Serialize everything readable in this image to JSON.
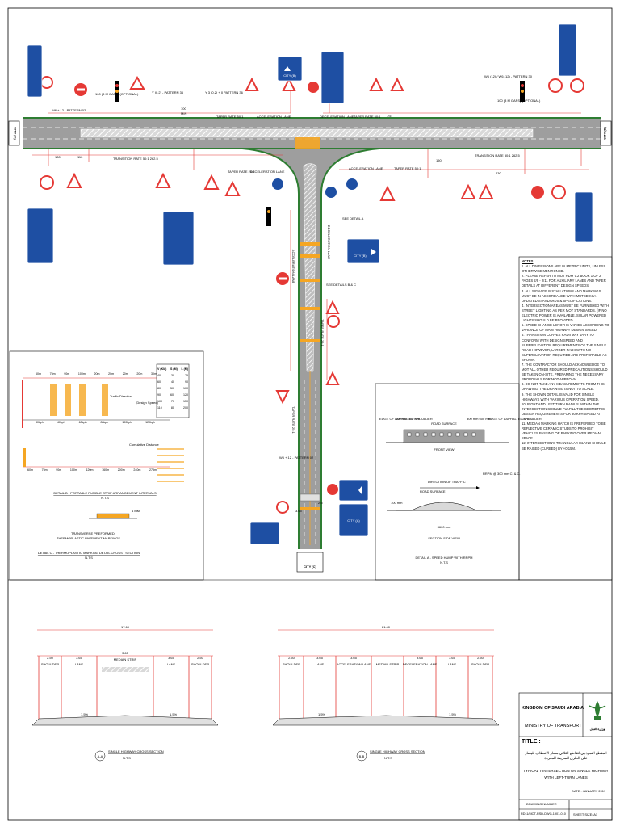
{
  "colors": {
    "road": "#9e9e9e",
    "verge": "#2e7d32",
    "dim": "#e53935",
    "sign_blue": "#1e4fa3",
    "rumble": "#f5a623",
    "sign_red": "#e53935"
  },
  "plan": {
    "left_city": "CITY (A)",
    "right_city": "CITY (B)",
    "bottom_city": "CITY (C)",
    "sign_city_a": "CITY (A)",
    "sign_city_b": "CITY (B)",
    "pattern_w6_left": "W6 + 12 - PATTERN 02",
    "pattern_optional_left": "100 (3 M GAPS) (OPTIONAL)",
    "pattern_y_left": "Y (0.2) - PATTERN 36",
    "pattern_y_right": "Y 3 (0.2) + 0 PATTERN 36",
    "pattern_w6_right": "W6 (12) / W6 (12) - PATTERN 30",
    "pattern_optional_right": "100 (3 M GAPS) (OPTIONAL)",
    "taper_rate_left": "TAPER RATE 50:1",
    "accel_lane_top": "ACCELERATION LANE",
    "decel_lane_top": "DECELERATION LANE",
    "taper_rate_right": "TAPER RATE 50:1",
    "transition_left": "TRANSITION RATE 50:1  262.5",
    "transition_right": "TRANSITION RATE 50:1 262.5",
    "taper_rate_25": "TAPER RATE 25:1",
    "decel_lane_left": "DECELERATION LANE",
    "accel_lane_right": "ACCELERATION LANE",
    "taper_rate_mid": "TAPER RATE 50:1",
    "see_detail_a": "SEE DETAIL A",
    "see_detail_bc": "SEE DETAILS B & C",
    "accel_vertical": "ACCELERATION LANE",
    "decel_vertical": "DECELERATION LANE",
    "taper_vertical_1": "TAPER RATE 25:1",
    "taper_vertical_2": "TAPER RATE 25:1",
    "pattern_w6_bottom": "W6 + 12 - PATTERN 02",
    "dim_100": "100",
    "dim_75": "75",
    "dim_130": "130",
    "dim_110": "110",
    "dim_150": "150",
    "dim_230": "230",
    "dim_3_65": "3.65",
    "dim_2_5": "2.5",
    "dim_min": "MIN"
  },
  "notes": {
    "heading": "NOTES",
    "items": [
      "1. ALL DIMENSIONS ARE IN METRIC UNITS, UNLESS OTHERWISE MENTIONED.",
      "2. PLEASE REFER TO MOT HDM V.2 BOOK 1 OF 2 PAGES 2/9 - 2/11 FOR AUXILIARY LANES AND TAPER DETAILS AT DIFFERENT DESIGN SPEEDS.",
      "3. ALL SIGNAGE INSTALLATIONS AND MARKINGS MUST BE IN ACCORDANCE WITH MUTCD KSA UPDATED STANDARDS & SPECIFICATIONS.",
      "4. INTERSECTION AREAS MUST BE FURNISHED WITH STREET LIGHTING AS PER MOT STANDARDS. (IF NO ELECTRIC POWER IS AVAILABLE, SOLAR POWERED LIGHTS SHOULD BE PROVIDED.",
      "5. SPEED CHANGE LENGTHS VARIES ACCORDING TO VARIANCE OF MAIN HIGHWAY DESIGN SPEED.",
      "6. TRANSITION CURVES RADII MAY VARY TO CONFORM WITH DESIGN SPEED AND SUPERELEVATION REQUIREMENTS OF THE SINGLE ROAD HOWEVER, LARGER RADII WITH NO SUPERELEVATION REQUIRED ARE PREFERABLE AS SHOWN.",
      "7. THE CONTRACTOR SHOULD ACKNOWLEDGE TO MOT ALL OTHER REQUIRED PRECAUTIONS SHOULD BE TAKEN ON-SITE, PREPARING THE NECESSARY PROPOSALS FOR MOT APPROVAL.",
      "8. DO NOT TAKE ANY MEASUREMENTS FROM THIS DRAWING. THE DRAWING IS NOT TO SCALE.",
      "9. THE SHOWN DETAIL IS VALID FOR SINGLE HIGHWAYS WITH VARIOUS OPERATION SPEED.",
      "10. RIGHT AND LEFT TURN RADIUS WITHIN THE INTERSECTION SHOULD FULFILL THE GEOMETRIC DESIGN REQUIREMENTS FOR 30 KPH SPEED AT LEAST.",
      "11. MEDIAN MARKING HATCH IS PREFERRED TO BE REFLECTIVE CERAMIC STUDS TO PROHIBIT VEHICLES PASSING OR PARKING OVER MEDIAN SPACE.",
      "12. INTERSECTION'S TRIANGULAR ISLAND SHOULD BE RAISED (CURBED) BY +0.15M."
    ]
  },
  "detail_b": {
    "title": "DETAIL B - PORTABLE RUMBLE STRIP ARRANGEMENT INTERVALS",
    "scale": "N.T.S",
    "top_dims": [
      "60m",
      "75m",
      "90m",
      "100m",
      "20m",
      "20m",
      "20m",
      "20m",
      "30m"
    ],
    "speeds": [
      "30kph",
      "40kph",
      "60kph",
      "80kph",
      "100kph",
      "120kph"
    ],
    "traffic": "Traffic Direction",
    "design_speed": "(Design Speed)",
    "bottom_dims": [
      "60m",
      "75m",
      "90m",
      "100m",
      "120m",
      "160m",
      "200m",
      "240m",
      "275m"
    ],
    "cumulative": "Cumulative Distance",
    "speed_table": {
      "headers": [
        "V (KM)",
        "S (M)",
        "L (M)"
      ],
      "rows": [
        [
          "40",
          "30",
          "75"
        ],
        [
          "60",
          "40",
          "90"
        ],
        [
          "80",
          "50",
          "100"
        ],
        [
          "90",
          "60",
          "120"
        ],
        [
          "100",
          "70",
          "150"
        ],
        [
          "110",
          "80",
          "200"
        ]
      ]
    }
  },
  "detail_c": {
    "title": "DETAIL C - THERMOPLASTIC MARKING DETAIL CROSS - SECTION",
    "scale": "N.T.S",
    "label1": "TRANSVERSE PREFORMED",
    "label2": "THERMOPLASTIC PAVEMENT MARKINGS",
    "dim": "4 MM"
  },
  "detail_a": {
    "title": "DETAIL A - SPEED HUMP WITH RRPM",
    "scale": "N.T.S",
    "front_view": "FRONT VIEW",
    "side_view": "SECTION SIDE VIEW",
    "road_surface": "ROAD SURFACE",
    "direction": "DIRECTION OF TRAFFIC",
    "left_edge": "EDGE OF ASPHALTED SHOULDER",
    "right_edge": "EDGE OF ASPHALTED SHOULDER",
    "rrpm": "RRPM @ 300 mm C. & C.",
    "dim_100": "100 mm",
    "dim_3600": "3600 mm",
    "dim_600": "600 mm 300 mm",
    "dim_right": "300 mm 600 mm"
  },
  "sections": {
    "left": {
      "total": "17.60",
      "widths": [
        "2.50",
        "3.65",
        "3.65",
        "3.65",
        "2.50"
      ],
      "labels": [
        "SHOULDER",
        "LANE",
        "MEDIAN STRIP",
        "LANE",
        "SHOULDER"
      ],
      "median_text": "3.65",
      "slope_left": "1.5%",
      "slope_right": "1.5%",
      "marker": "A-A",
      "title": "SINGLE HIGHWAY CROSS SECTION",
      "scale": "N.T.S"
    },
    "right": {
      "total": "21.60",
      "widths": [
        "2.50",
        "3.65",
        "3.65",
        "3.65",
        "3.65",
        "2.50"
      ],
      "labels": [
        "SHOULDER",
        "LANE",
        "ACCELERATION LANE",
        "MEDIAN STRIP",
        "DECELERATION LANE",
        "LANE",
        "SHOULDER"
      ],
      "slope_left": "1.5%",
      "slope_right": "1.5%",
      "marker": "B-B",
      "title": "SINGLE HIGHWAY CROSS SECTION",
      "scale": "N.T.S"
    }
  },
  "title_block": {
    "kingdom": "KINGDOM OF SAUDI ARABIA",
    "ministry": "MINISTRY OF TRANSPORT",
    "title_label": "TITLE :",
    "arabic_title": "المقطع النموذجي لتقاطع الثلاثي مسار الانعطاف لليسار على الطرق السريعة المفردة",
    "title_line1": "TYPICAL T-INTERSECTION ON SINGLE HIGHWAY",
    "title_line2": "WITH LEFT-TURN LANES",
    "drawing_number_label": "DRAWING NUMBER",
    "date_label": "DATE : JANUARY 2019",
    "drawing_number": "RD11/MOT-RSD-DWG-1901-010",
    "sheet_size": "SHEET SIZE: A1",
    "logo_text": "وزارة النقل"
  }
}
